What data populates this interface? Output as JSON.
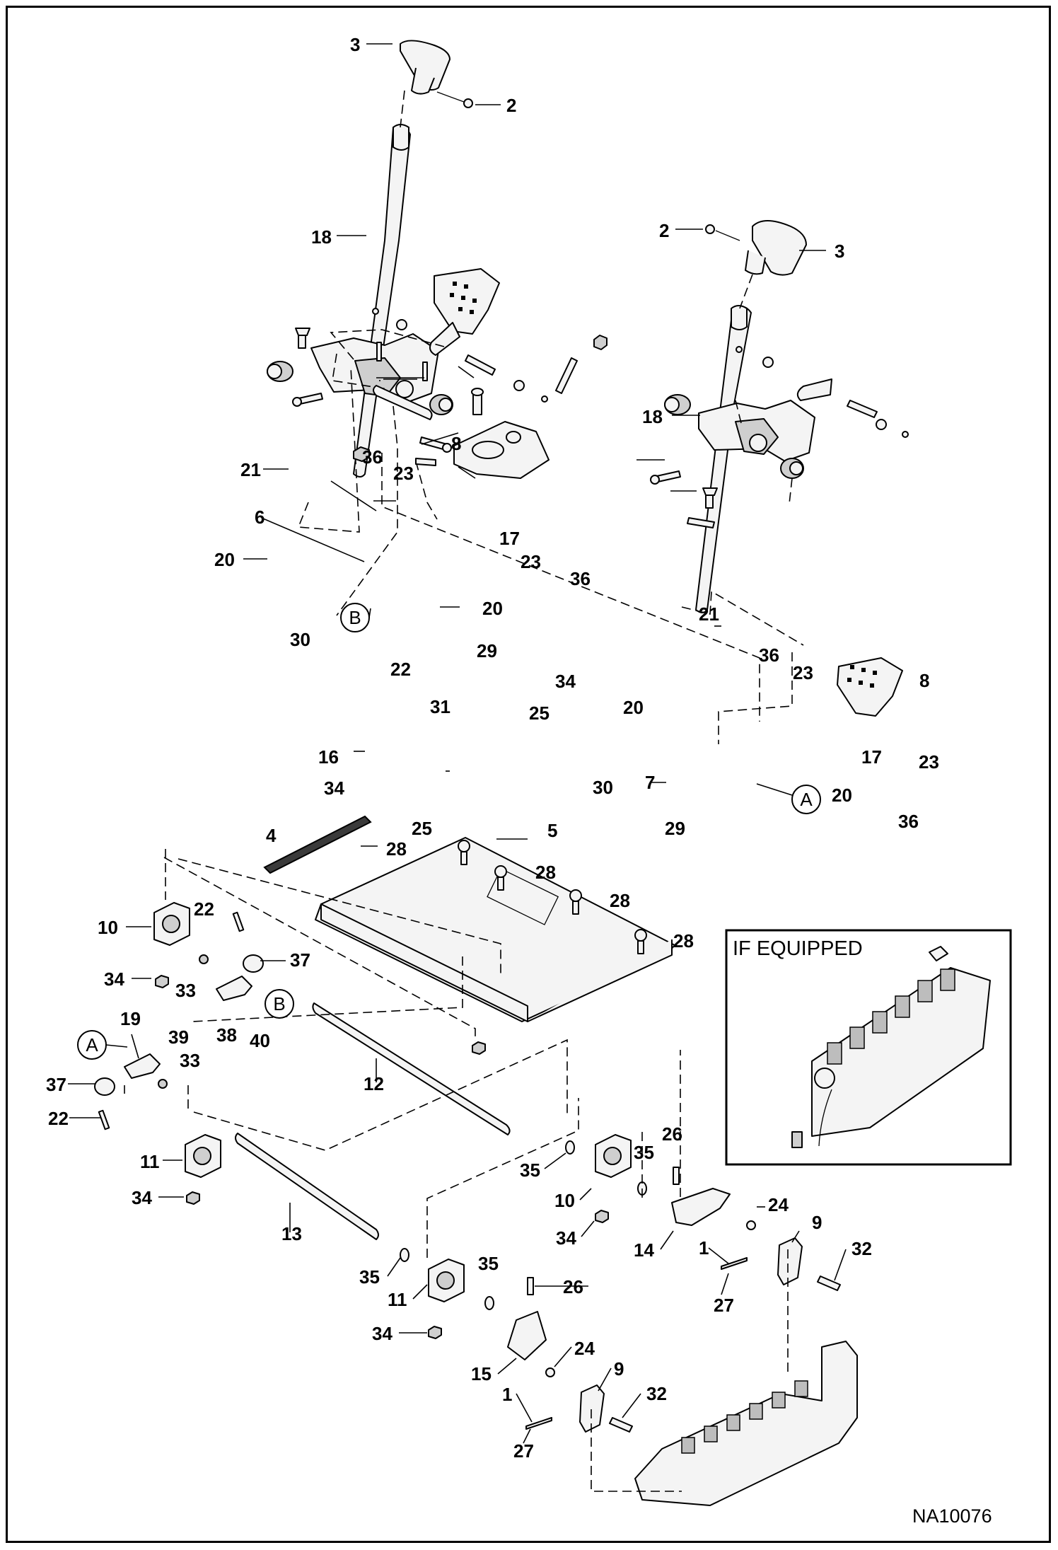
{
  "drawing_code": "NA10076",
  "inset": {
    "title": "IF EQUIPPED"
  },
  "callouts": {
    "A": "A",
    "B": "B"
  },
  "parts": {
    "p1": "1",
    "p2": "2",
    "p3": "3",
    "p4": "4",
    "p5": "5",
    "p6": "6",
    "p7": "7",
    "p8": "8",
    "p9": "9",
    "p10": "10",
    "p11": "11",
    "p12": "12",
    "p13": "13",
    "p14": "14",
    "p15": "15",
    "p16": "16",
    "p17": "17",
    "p18": "18",
    "p19": "19",
    "p20": "20",
    "p21": "21",
    "p22": "22",
    "p23": "23",
    "p24": "24",
    "p25": "25",
    "p26": "26",
    "p27": "27",
    "p28": "28",
    "p29": "29",
    "p30": "30",
    "p31": "31",
    "p32": "32",
    "p33": "33",
    "p34": "34",
    "p35": "35",
    "p36": "36",
    "p37": "37",
    "p38": "38",
    "p39": "39",
    "p40": "40"
  }
}
